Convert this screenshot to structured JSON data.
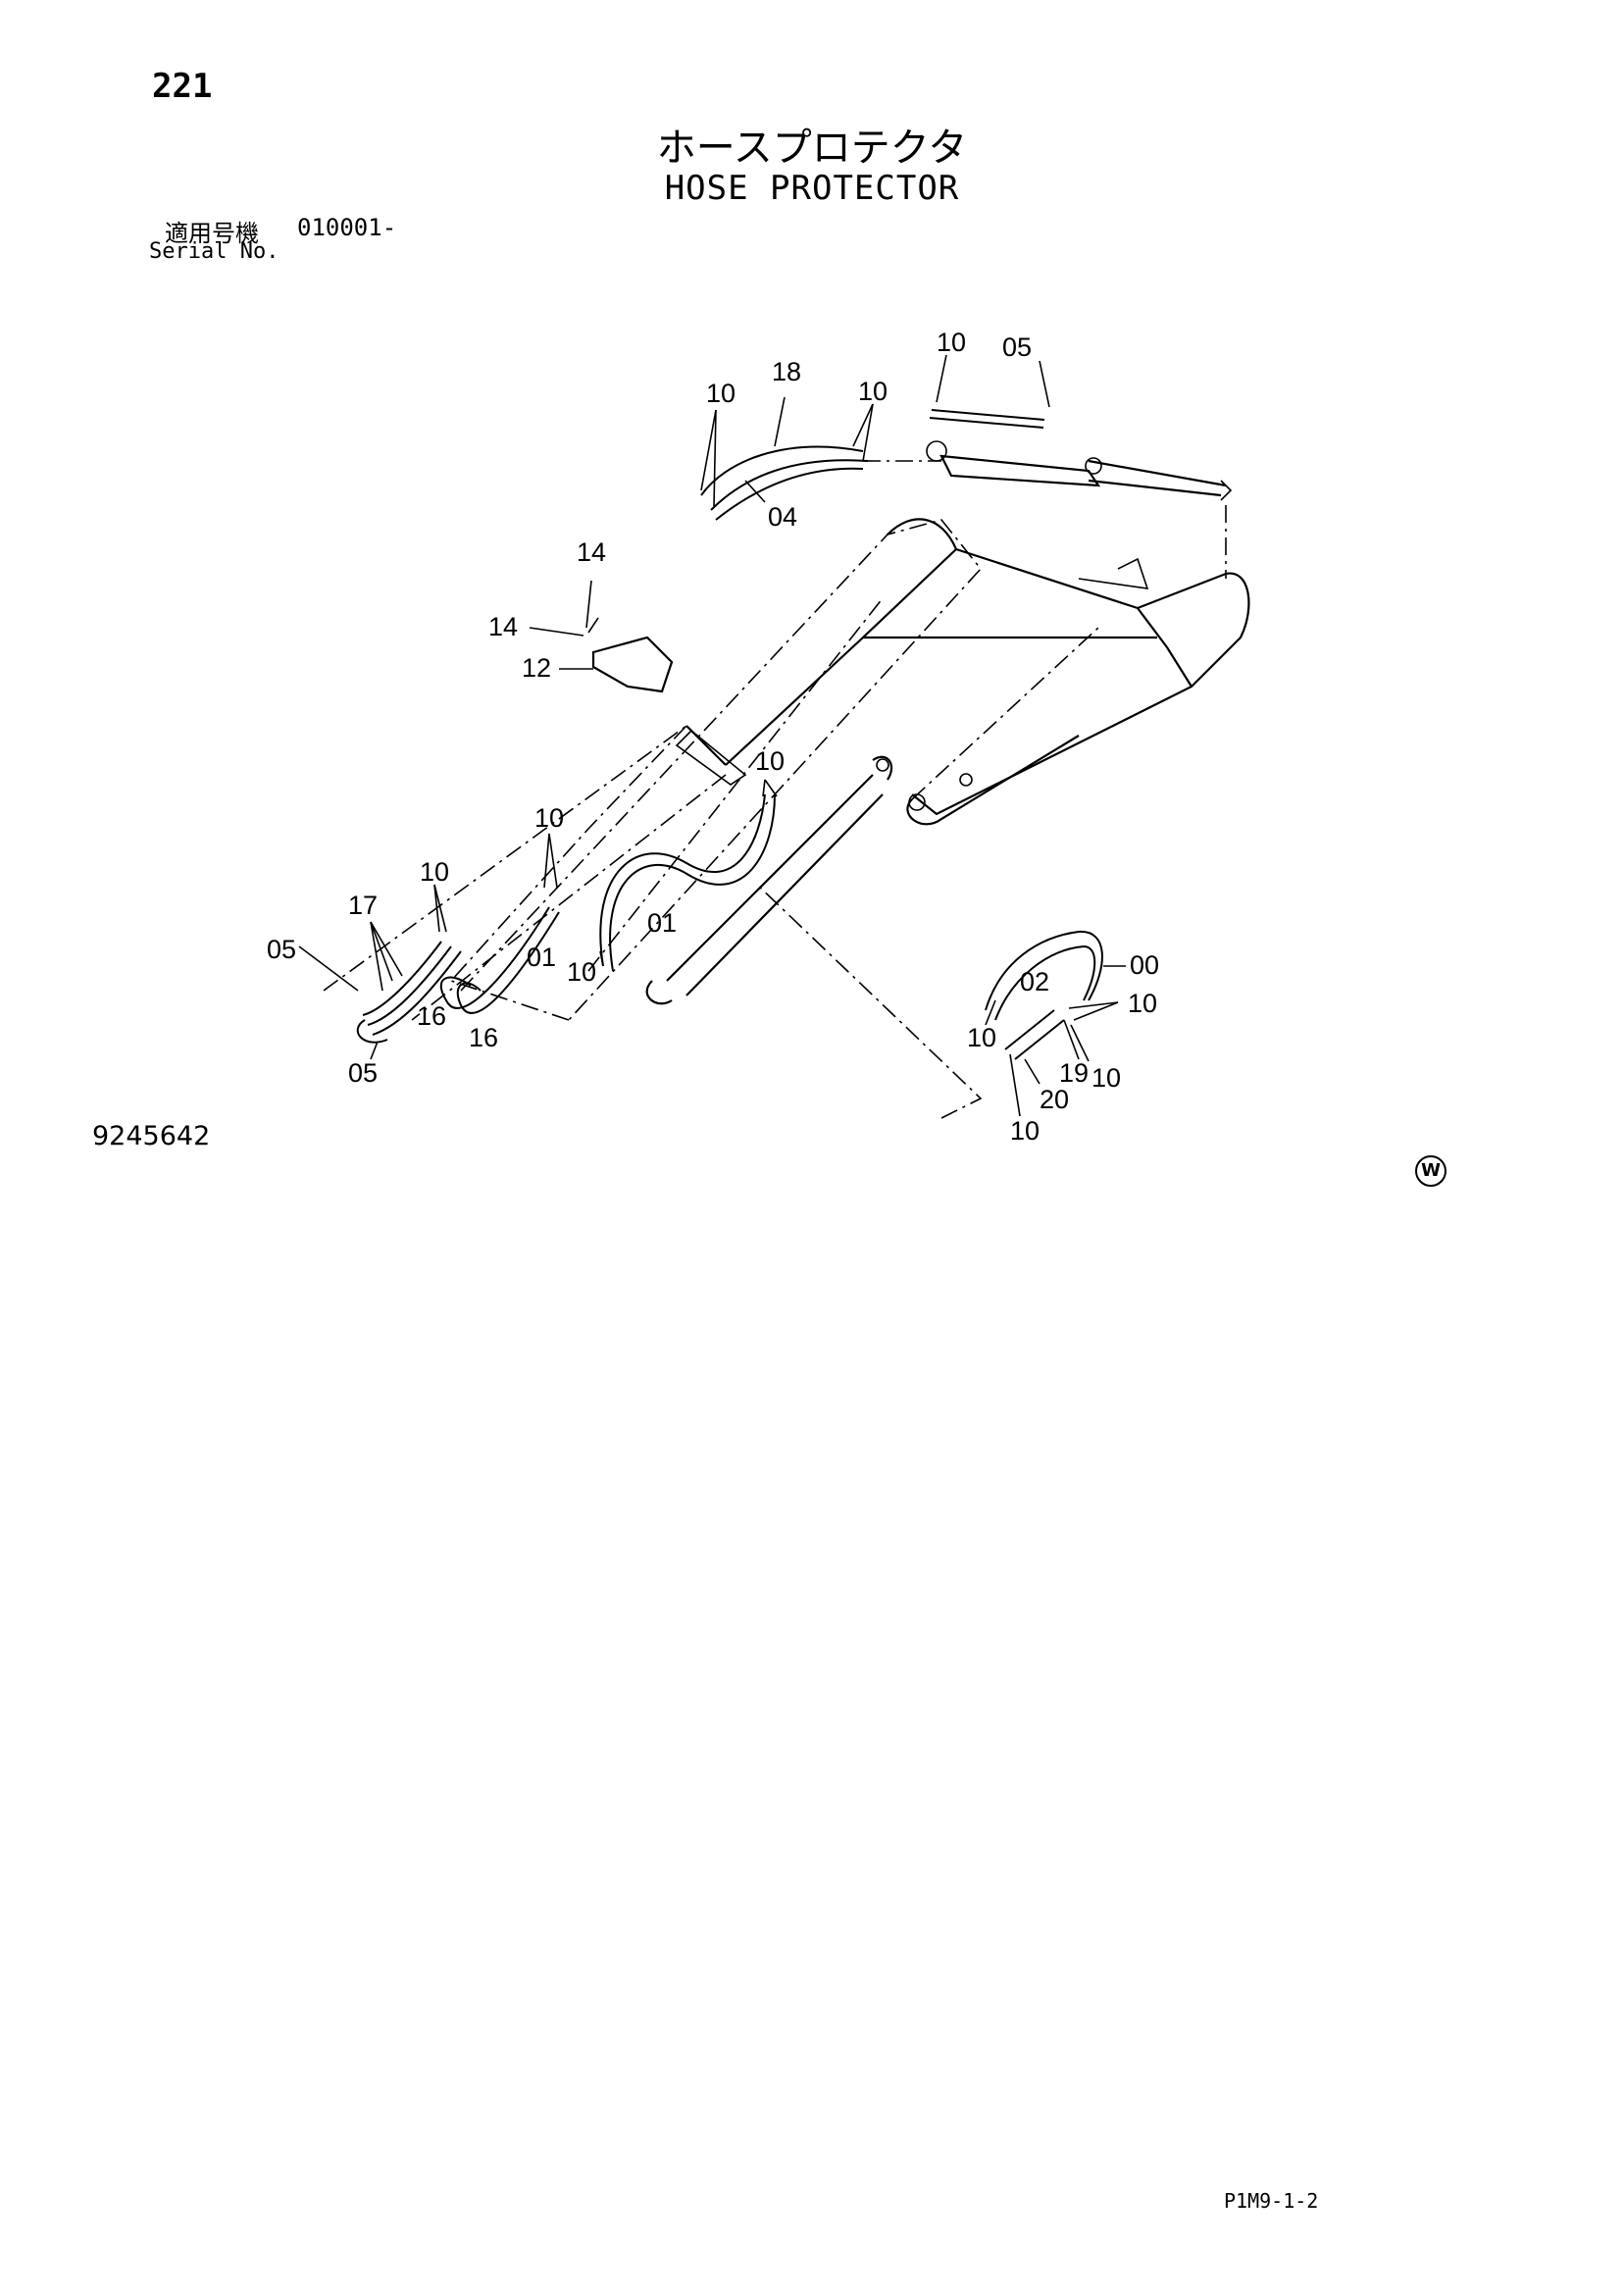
{
  "page_number": "221",
  "title_jp": "ホースプロテクタ",
  "title_en": "HOSE PROTECTOR",
  "serial_label_jp": "適用号機",
  "serial_value": "010001-",
  "serial_label_en": "Serial No.",
  "drawing_number": "9245642",
  "w_mark": "W",
  "page_code": "P1M9-1-2",
  "callouts": [
    "10",
    "05",
    "10",
    "18",
    "10",
    "04",
    "14",
    "14",
    "12",
    "10",
    "10",
    "10",
    "17",
    "05",
    "05",
    "16",
    "16",
    "01",
    "01",
    "10",
    "00",
    "02",
    "10",
    "10",
    "19",
    "10",
    "20",
    "10"
  ]
}
